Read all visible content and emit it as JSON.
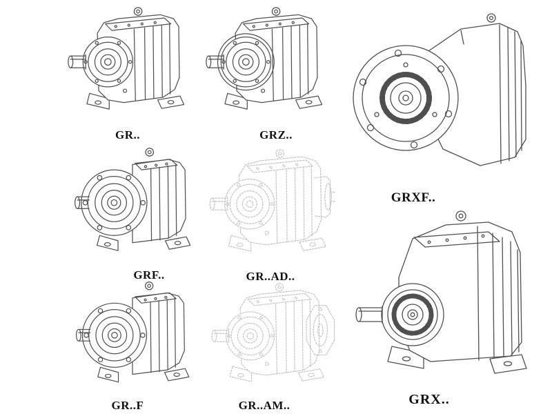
{
  "colors": {
    "line": "#4f4f4f",
    "muted_line": "#c3c3c3",
    "label": "#101010",
    "background": "#ffffff"
  },
  "models": [
    {
      "id": "gr",
      "label": "GR.."
    },
    {
      "id": "grz",
      "label": "GRZ.."
    },
    {
      "id": "grxf",
      "label": "GRXF.."
    },
    {
      "id": "grf",
      "label": "GRF.."
    },
    {
      "id": "grad",
      "label": "GR..AD.."
    },
    {
      "id": "grx",
      "label": "GRX.."
    },
    {
      "id": "grf2",
      "label": "GR..F"
    },
    {
      "id": "gram",
      "label": "GR..AM.."
    }
  ]
}
